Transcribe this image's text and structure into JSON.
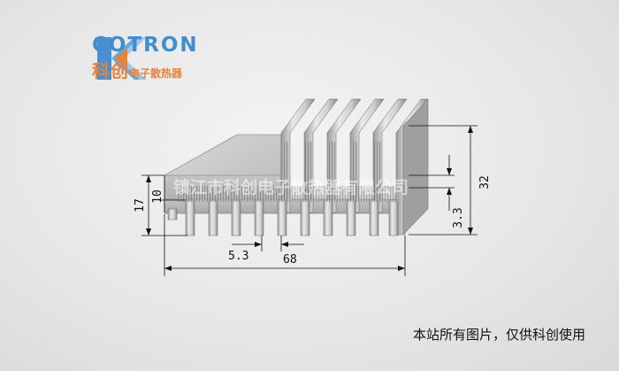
{
  "brand": {
    "name": "COTRON",
    "name_cn": "科创",
    "tagline_cn": "电子散热器",
    "colors": {
      "blue": "#3f8fd0",
      "orange": "#e8823a"
    }
  },
  "dimensions": {
    "total_width": "68",
    "total_height": "32",
    "base_height": "17",
    "inner_height": "10",
    "fin_pitch": "5.3",
    "fin_gap": "3.3"
  },
  "watermark": "镇江市科创电子散热器有限公司",
  "footer": "本站所有图片，仅供科创使用"
}
